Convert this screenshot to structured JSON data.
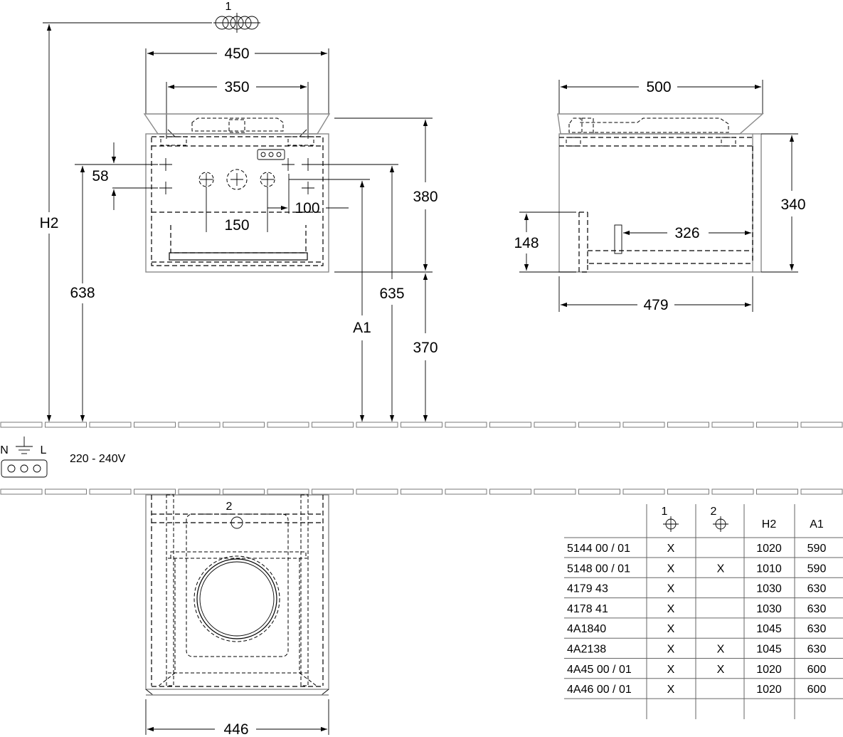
{
  "dimensions": {
    "top_marker": "1",
    "width_450": "450",
    "width_350": "350",
    "height_58": "58",
    "height_H2": "H2",
    "height_638": "638",
    "spacing_150": "150",
    "spacing_100": "100",
    "height_380": "380",
    "height_370": "370",
    "height_635": "635",
    "height_A1": "A1",
    "side_width_500": "500",
    "side_height_340": "340",
    "side_148": "148",
    "side_326": "326",
    "side_479": "479",
    "bottom_marker": "2",
    "bottom_width_446": "446"
  },
  "electrical": {
    "n": "N",
    "l": "L",
    "voltage": "220 - 240V"
  },
  "table": {
    "headers": [
      "1",
      "2",
      "H2",
      "A1"
    ],
    "rows": [
      {
        "code": "5144 00 / 01",
        "c1": "X",
        "c2": "",
        "h2": "1020",
        "a1": "590"
      },
      {
        "code": "5148 00 / 01",
        "c1": "X",
        "c2": "X",
        "h2": "1010",
        "a1": "590"
      },
      {
        "code": "4179 43",
        "c1": "X",
        "c2": "",
        "h2": "1030",
        "a1": "630"
      },
      {
        "code": "4178 41",
        "c1": "X",
        "c2": "",
        "h2": "1030",
        "a1": "630"
      },
      {
        "code": "4A1840",
        "c1": "X",
        "c2": "",
        "h2": "1045",
        "a1": "630"
      },
      {
        "code": "4A2138",
        "c1": "X",
        "c2": "X",
        "h2": "1045",
        "a1": "630"
      },
      {
        "code": "4A45 00 / 01",
        "c1": "X",
        "c2": "X",
        "h2": "1020",
        "a1": "600"
      },
      {
        "code": "4A46 00 / 01",
        "c1": "X",
        "c2": "",
        "h2": "1020",
        "a1": "600"
      }
    ]
  }
}
